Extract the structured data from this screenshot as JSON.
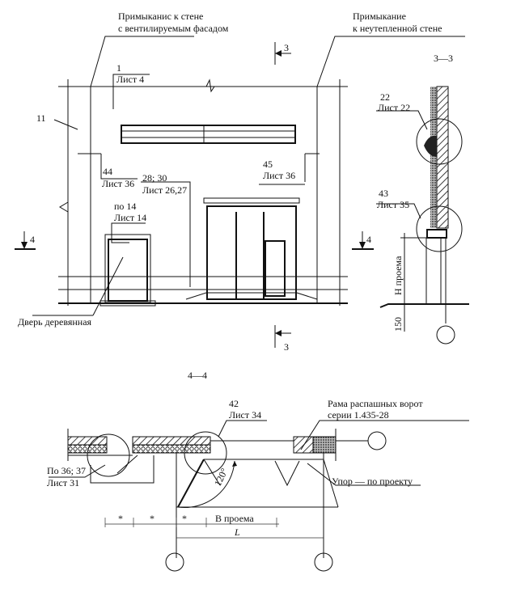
{
  "elevation": {
    "callout_left": [
      "Примыканис к стене",
      "с вентилируемым фасадом"
    ],
    "callout_right": [
      "Примыкание",
      "к неутепленной стене"
    ],
    "section_3_top": "3",
    "section_3_bottom": "3",
    "section_4_left": "4",
    "section_4_right": "4",
    "ref_1": [
      "1",
      "Лист 4"
    ],
    "ref_11": "11",
    "ref_44": [
      "44",
      "Лист 36"
    ],
    "ref_28_30": [
      "28; 30",
      "Лист 26,27"
    ],
    "ref_45": [
      "45",
      "Лист 36"
    ],
    "ref_14": [
      "по 14",
      "Лист 14"
    ],
    "door_label": "Дверь деревянная"
  },
  "section_3_3": {
    "title": "3—3",
    "ref_22": [
      "22",
      "Лист 22"
    ],
    "ref_43": [
      "43",
      "Лист 35"
    ],
    "h_label": "H проема",
    "dim_150": "150"
  },
  "plan_4_4": {
    "title": "4—4",
    "ref_42": [
      "42",
      "Лист 34"
    ],
    "frame_label": [
      "Рама распашных ворот",
      "серии 1.435-28"
    ],
    "ref_36_37": [
      "По 36; 37",
      "Лист 31"
    ],
    "angle": "120°",
    "stop_label": "Упор — по проекту",
    "dims": [
      "*",
      "*",
      "*"
    ],
    "b_label": "B проема",
    "l_label": "L"
  }
}
